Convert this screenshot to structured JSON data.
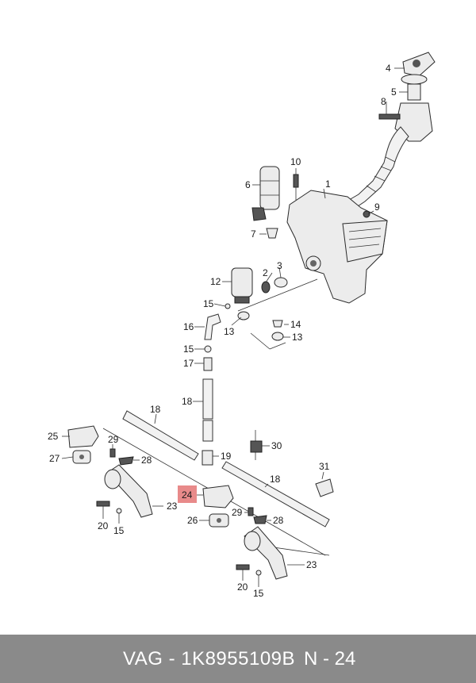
{
  "footer": {
    "part_number": "VAG - 1K8955109B",
    "ref": "N - 24"
  },
  "callouts": {
    "c1": "1",
    "c2": "2",
    "c3": "3",
    "c4": "4",
    "c5": "5",
    "c6": "6",
    "c7": "7",
    "c8": "8",
    "c9": "9",
    "c10": "10",
    "c12": "12",
    "c13a": "13",
    "c13b": "13",
    "c14": "14",
    "c15a": "15",
    "c15b": "15",
    "c15c": "15",
    "c15d": "15",
    "c16": "16",
    "c17": "17",
    "c18a": "18",
    "c18b": "18",
    "c18c": "18",
    "c19": "19",
    "c20a": "20",
    "c20b": "20",
    "c23a": "23",
    "c23b": "23",
    "c24": "24",
    "c25": "25",
    "c26": "26",
    "c27": "27",
    "c28a": "28",
    "c28b": "28",
    "c29a": "29",
    "c29b": "29",
    "c30": "30",
    "c31": "31"
  },
  "highlight_color": "#e88a8a"
}
